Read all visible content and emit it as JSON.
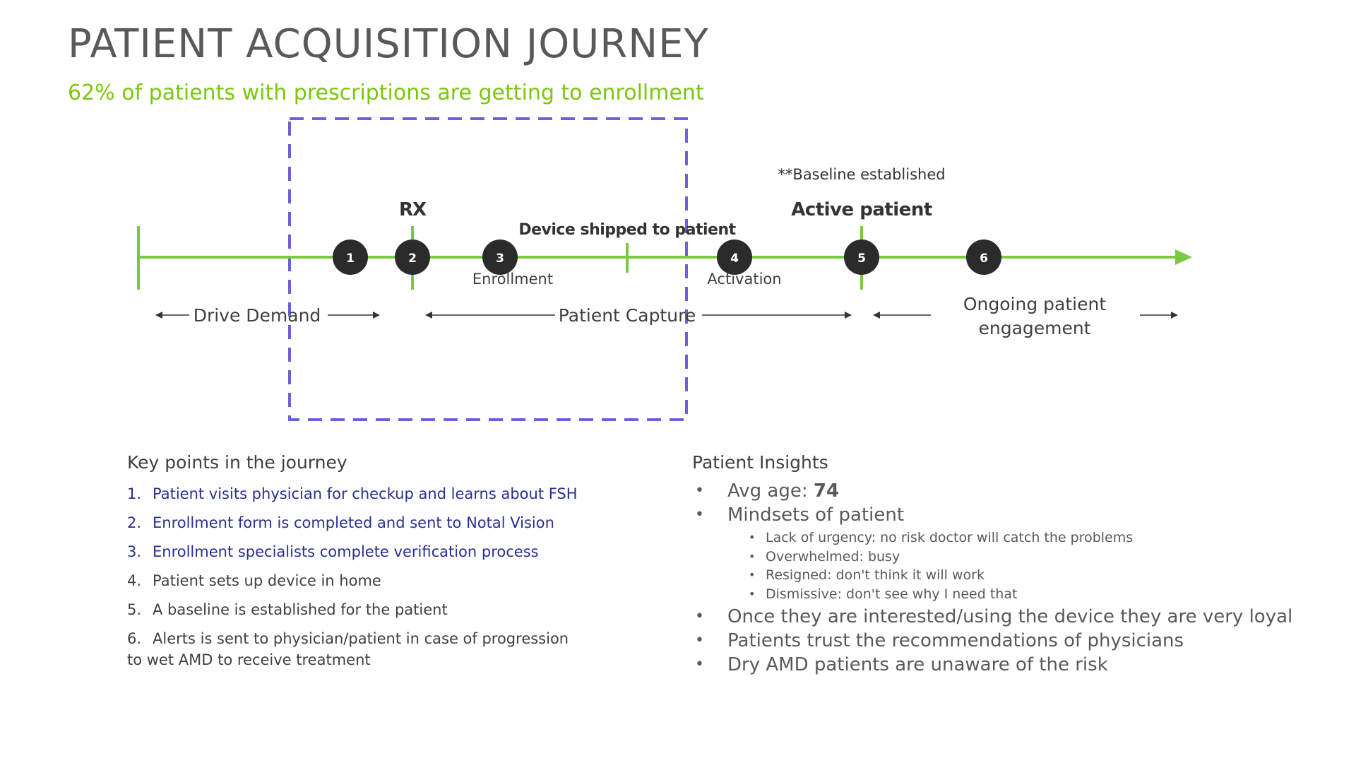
{
  "title": "PATIENT ACQUISITION JOURNEY",
  "subtitle": "62% of patients with prescriptions are getting to enrollment",
  "colors": {
    "timeline": "#7ac943",
    "subtitle": "#7ac70c",
    "dashed_box": "#6b62d6",
    "milestone": "#2b2b2b",
    "highlight_text": "#2a2f91"
  },
  "timeline": {
    "milestones": [
      {
        "num": "1"
      },
      {
        "num": "2"
      },
      {
        "num": "3"
      },
      {
        "num": "4"
      },
      {
        "num": "5"
      },
      {
        "num": "6"
      }
    ],
    "labels": {
      "rx": "RX",
      "device_shipped": "Device shipped to patient",
      "baseline_note": "**Baseline established",
      "active_patient": "Active patient",
      "enrollment": "Enrollment",
      "activation": "Activation"
    },
    "phases": {
      "drive_demand": "Drive Demand",
      "patient_capture": "Patient Capture",
      "ongoing_line1": "Ongoing patient",
      "ongoing_line2": "engagement"
    }
  },
  "key_points": {
    "heading": "Key points in the journey",
    "items": [
      {
        "num": "1.",
        "text": "Patient visits physician for checkup and learns about FSH"
      },
      {
        "num": "2.",
        "text": "Enrollment form is completed and sent to Notal Vision"
      },
      {
        "num": "3.",
        "text": "Enrollment specialists complete verification process"
      },
      {
        "num": "4.",
        "text": "Patient sets up device in home"
      },
      {
        "num": "5.",
        "text": "A baseline is established for the patient"
      },
      {
        "num": "6.",
        "text": "Alerts is sent to physician/patient in case of progression to wet AMD to receive treatment"
      }
    ]
  },
  "insights": {
    "heading": "Patient Insights",
    "avg_age_label": "Avg age: ",
    "avg_age_value": "74",
    "mindsets_label": "Mindsets of patient",
    "mindsets": [
      "Lack of urgency: no risk doctor will catch the problems",
      "Overwhelmed: busy",
      "Resigned: don't think it will work",
      "Dismissive: don't see why I need that"
    ],
    "more": [
      "Once they are interested/using the device they are very loyal",
      "Patients trust the recommendations of physicians",
      "Dry AMD patients are unaware of the risk"
    ]
  }
}
